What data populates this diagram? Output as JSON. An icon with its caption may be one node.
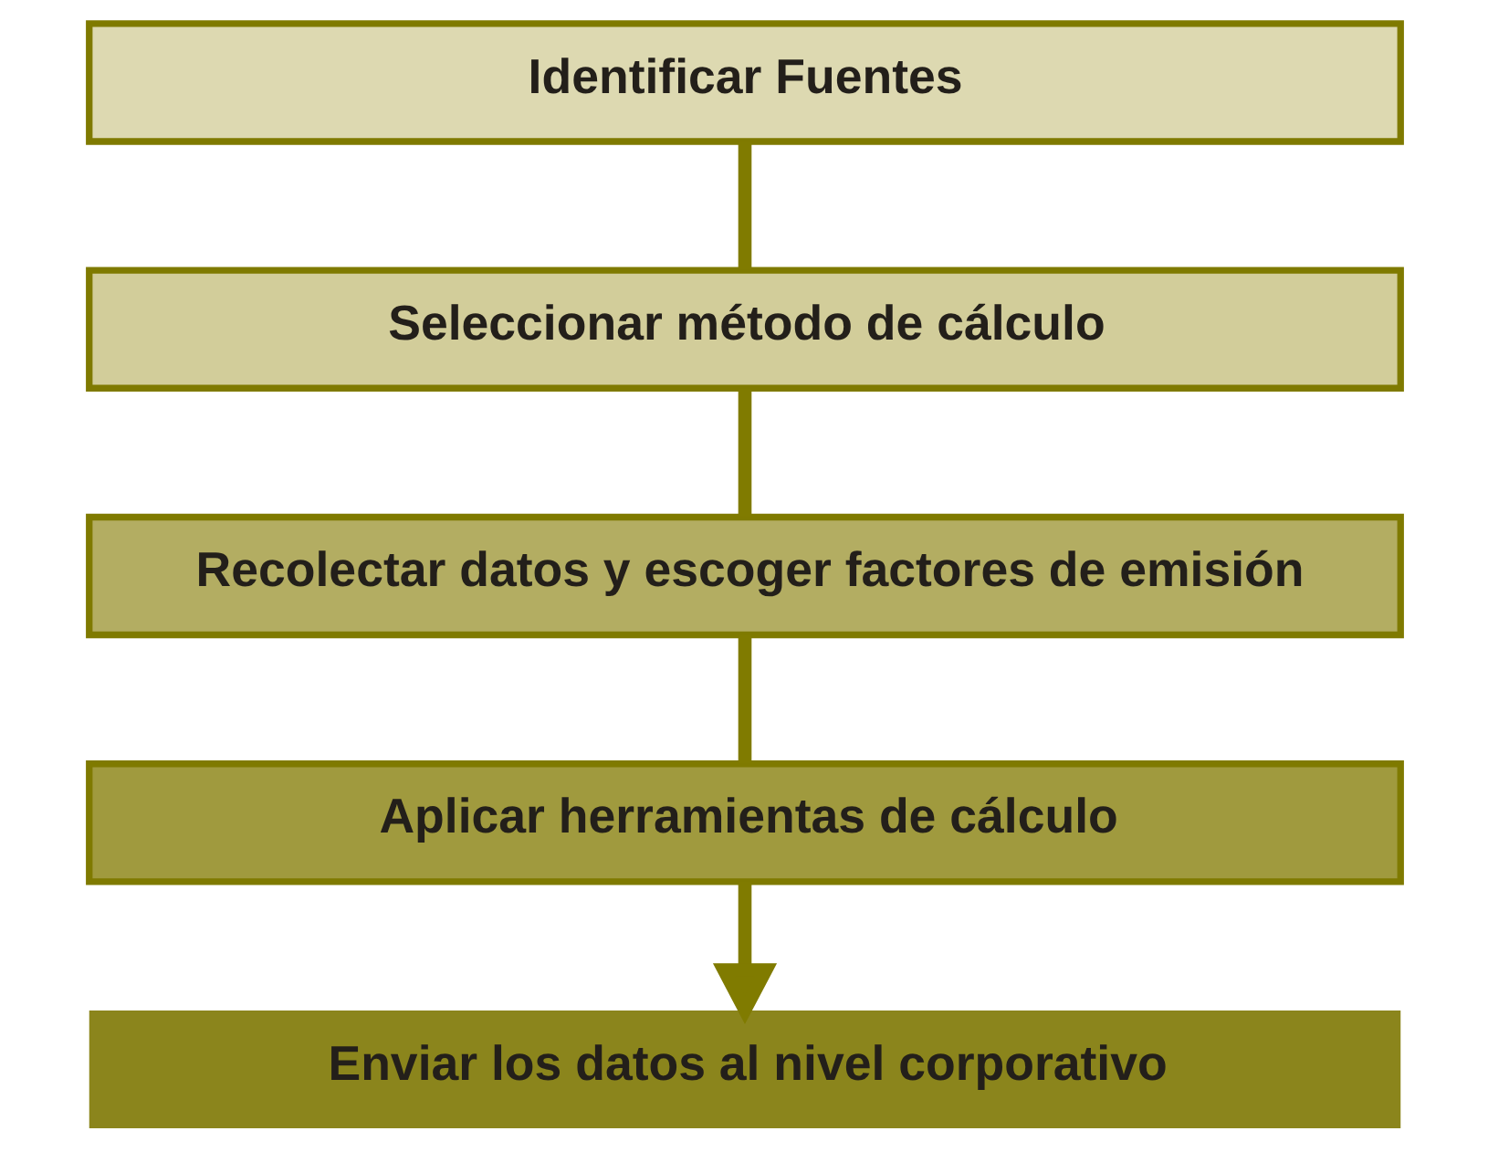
{
  "diagram": {
    "nodes": [
      {
        "text": [
          "Identificar Fuentes"
        ]
      },
      {
        "text": [
          "Seleccionar método de cálculo"
        ]
      },
      {
        "text": [
          "Recolectar datos y escoger factores de emisión"
        ]
      },
      {
        "text": [
          "Aplicar herramientas de cálculo"
        ]
      },
      {
        "text": [
          "Enviar los datos al nivel corporativo"
        ]
      }
    ],
    "edges": [
      {
        "from": 0,
        "to": 1,
        "arrow": "none"
      },
      {
        "from": 1,
        "to": 2,
        "arrow": "none"
      },
      {
        "from": 2,
        "to": 3,
        "arrow": "none"
      },
      {
        "from": 3,
        "to": 4,
        "arrow": "to"
      }
    ]
  }
}
